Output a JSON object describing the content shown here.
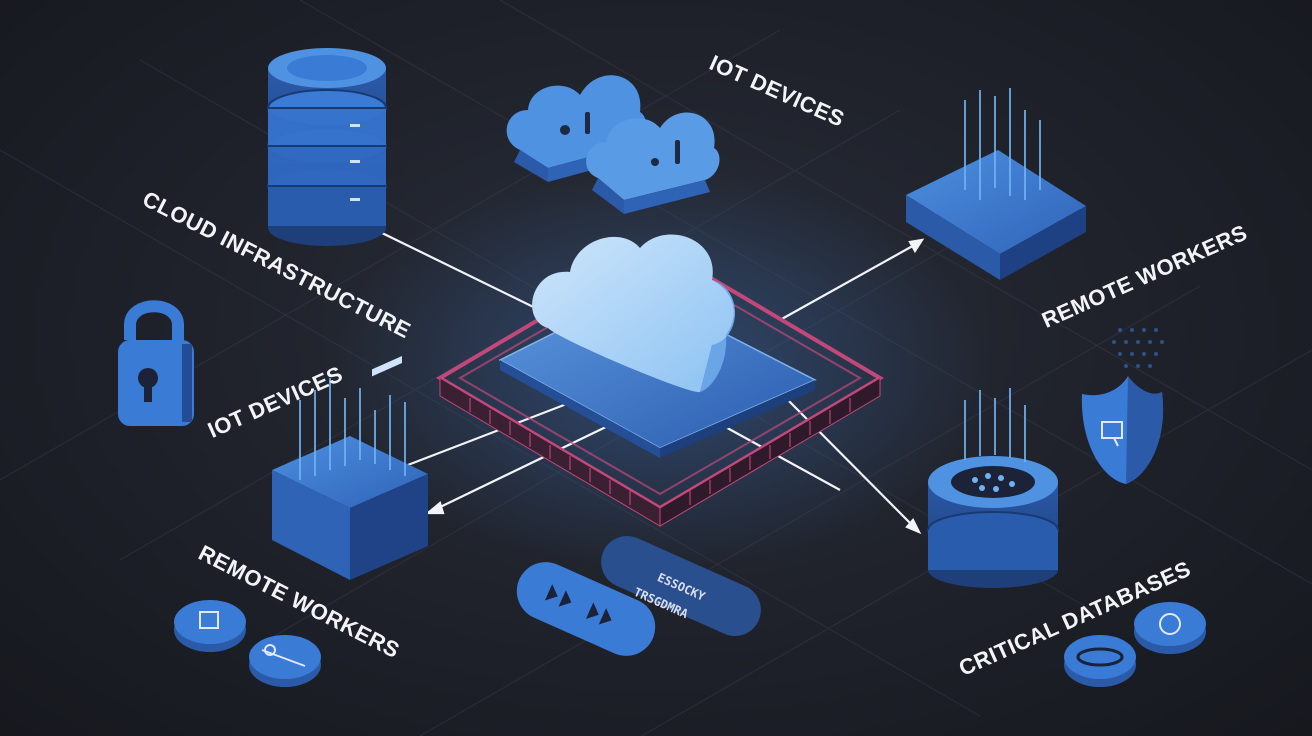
{
  "labels": {
    "iot_top": "IOT DEVICES",
    "cloud_infra": "CLOUD INFRASTRUCTURE",
    "remote_right": "REMOTE WORKERS",
    "iot_left": "IOT DEVICES",
    "remote_left": "REMOTE WORKERS",
    "critical_db": "CRITICAL DATABASES"
  },
  "pill_text": {
    "upper": "ESSOCKY",
    "lower": "TRSGDMRA"
  },
  "colors": {
    "background": "#1c1f27",
    "accent_blue": "#3a7bd5",
    "light_blue": "#6fb3f2",
    "pale_blue": "#a9d4f7",
    "chip_pink": "#c2487a",
    "connector": "#f2f4f8"
  },
  "icons": [
    "server-stack-icon",
    "cloud-icon",
    "padlock-icon",
    "shield-icon",
    "database-icon",
    "hardware-box-icon"
  ]
}
